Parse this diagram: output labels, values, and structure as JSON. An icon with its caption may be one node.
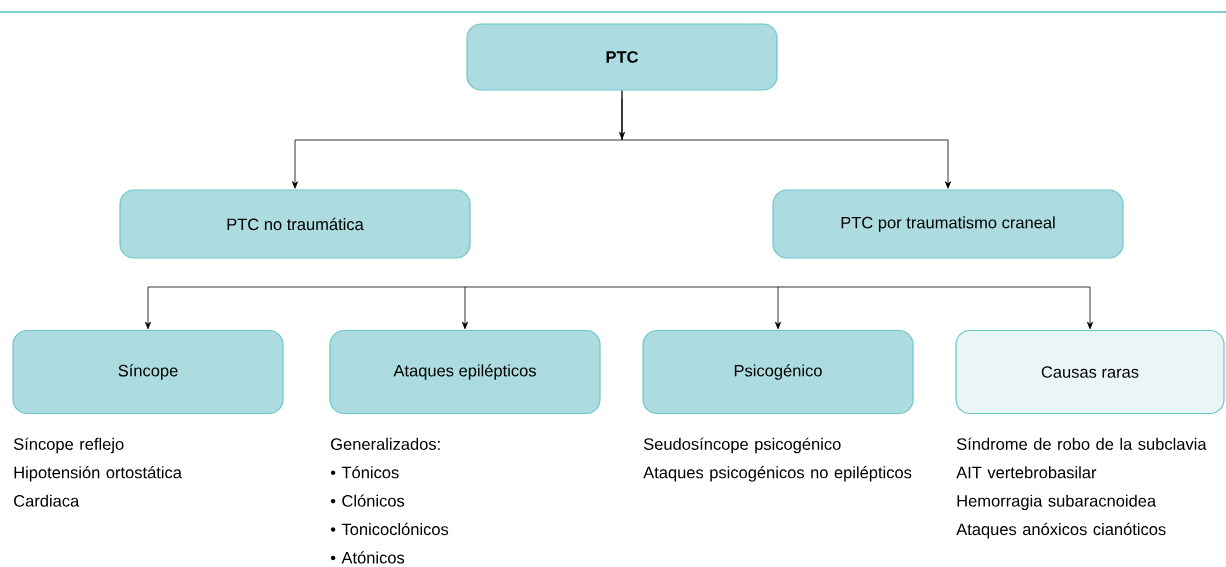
{
  "diagram": {
    "nodes": [
      {
        "text": [
          "PTC"
        ]
      },
      {
        "text": [
          "PTC no traumática"
        ]
      },
      {
        "text": [
          "PTC por traumatismo craneal"
        ]
      },
      {
        "text": [
          "Síncope"
        ],
        "beside": [
          "Síncope reflejo",
          "Hipotensión ortostática",
          "Cardiaca"
        ]
      },
      {
        "text": [
          "Ataques epilépticos"
        ],
        "beside": [
          "Generalizados:",
          "• Tónicos",
          "• Clónicos",
          "• Tonicoclónicos",
          "• Atónicos"
        ]
      },
      {
        "text": [
          "Psicogénico"
        ],
        "beside": [
          "Seudosíncope psicogénico",
          "Ataques psicogénicos no epilépticos"
        ]
      },
      {
        "text": [
          "Causas raras"
        ],
        "beside": [
          "Síndrome de robo de la subclavia",
          "AIT vertebrobasilar",
          "Hemorragia subaracnoidea",
          "Ataques anóxicos cianóticos"
        ]
      }
    ],
    "edges": [
      {
        "from": 0,
        "to": 1,
        "arrow": "to"
      },
      {
        "from": 0,
        "to": 2,
        "arrow": "to"
      },
      {
        "from": null,
        "to": 3,
        "arrow": "to"
      },
      {
        "from": null,
        "to": 4,
        "arrow": "to"
      },
      {
        "from": null,
        "to": 5,
        "arrow": "to"
      },
      {
        "from": null,
        "to": 6,
        "arrow": "to"
      }
    ]
  }
}
